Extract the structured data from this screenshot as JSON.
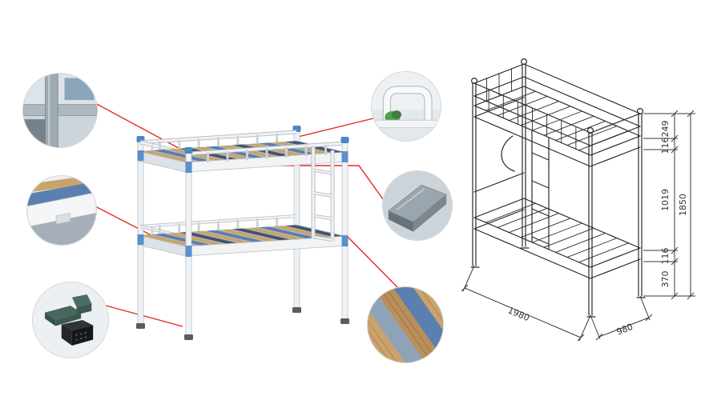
{
  "page": {
    "title": "bunk-bed-product-detail",
    "background": "#ffffff"
  },
  "colors": {
    "leader_line": "#e8261d",
    "frame_white": "#f1f3f5",
    "frame_stroke": "#b9c2c9",
    "cap_blue": "#4a86c8",
    "slat_wood": "#c9a36b",
    "slat_blue": "#5b7fae",
    "slat_navy": "#45546e",
    "slat_gap": "#b9c2c9",
    "drawing_line": "#2a2a2a"
  },
  "callouts": [
    {
      "name": "corner-joint-detail"
    },
    {
      "name": "frame-connector-detail"
    },
    {
      "name": "foot-pad-detail"
    },
    {
      "name": "guardrail-tube-detail"
    },
    {
      "name": "beam-bracket-detail"
    },
    {
      "name": "wood-slat-detail"
    }
  ],
  "technical_drawing": {
    "vertical_dimensions": [
      {
        "id": "guardrail-height",
        "value": "249"
      },
      {
        "id": "upper-frame-depth",
        "value": "116"
      },
      {
        "id": "bunk-clearance",
        "value": "1019"
      },
      {
        "id": "lower-frame-depth",
        "value": "116"
      },
      {
        "id": "base-height",
        "value": "370"
      }
    ],
    "overall_height": "1850",
    "overall_length": "1980",
    "overall_width": "980"
  }
}
